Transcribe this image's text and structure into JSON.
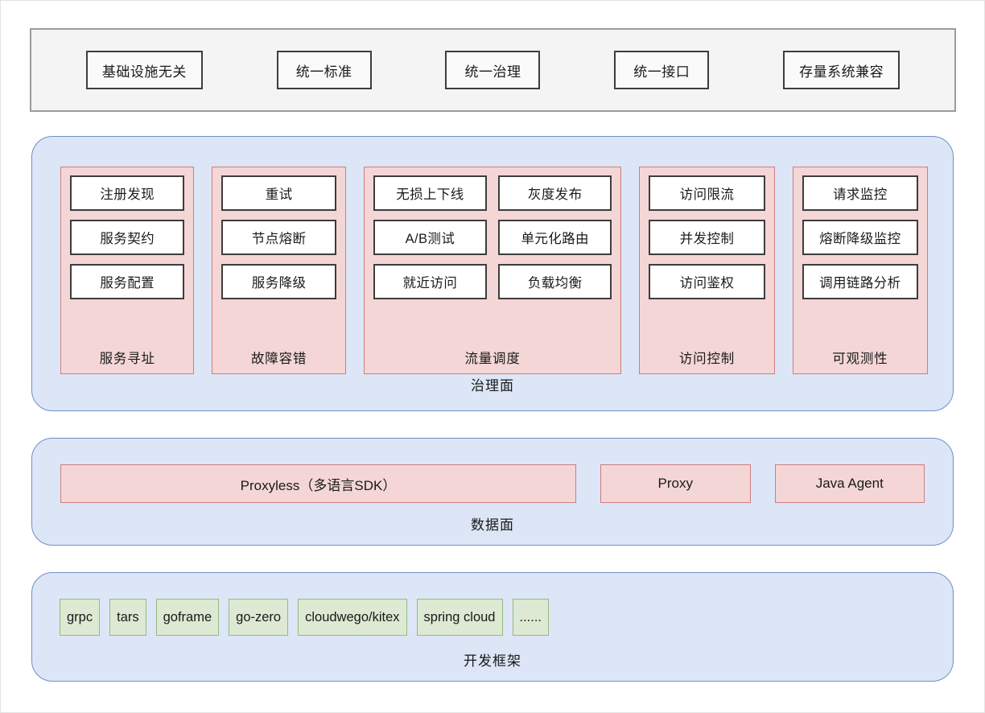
{
  "diagram": {
    "principles": [
      {
        "label": "基础设施无关"
      },
      {
        "label": "统一标准"
      },
      {
        "label": "统一治理"
      },
      {
        "label": "统一接口"
      },
      {
        "label": "存量系统兼容"
      }
    ],
    "governance_plane": {
      "label": "治理面",
      "groups": [
        {
          "label": "服务寻址",
          "columns": [
            [
              "注册发现",
              "服务契约",
              "服务配置"
            ]
          ]
        },
        {
          "label": "故障容错",
          "columns": [
            [
              "重试",
              "节点熔断",
              "服务降级"
            ]
          ]
        },
        {
          "label": "流量调度",
          "columns": [
            [
              "无损上下线",
              "A/B测试",
              "就近访问"
            ],
            [
              "灰度发布",
              "单元化路由",
              "负载均衡"
            ]
          ]
        },
        {
          "label": "访问控制",
          "columns": [
            [
              "访问限流",
              "并发控制",
              "访问鉴权"
            ]
          ]
        },
        {
          "label": "可观测性",
          "columns": [
            [
              "请求监控",
              "熔断降级监控",
              "调用链路分析"
            ]
          ]
        }
      ]
    },
    "data_plane": {
      "label": "数据面",
      "boxes": [
        {
          "label": "Proxyless（多语言SDK）",
          "size": "wide"
        },
        {
          "label": "Proxy",
          "size": "small"
        },
        {
          "label": "Java Agent",
          "size": "small"
        }
      ]
    },
    "framework_plane": {
      "label": "开发框架",
      "boxes": [
        {
          "label": "grpc"
        },
        {
          "label": "tars"
        },
        {
          "label": "goframe"
        },
        {
          "label": "go-zero"
        },
        {
          "label": "cloudwego/kitex"
        },
        {
          "label": "spring cloud"
        },
        {
          "label": "......"
        }
      ]
    },
    "colors": {
      "plane_fill": "#dce6f6",
      "plane_border": "#6f90c6",
      "group_fill": "#f4d6d6",
      "group_border": "#cd7e7e",
      "item_fill": "#ffffff",
      "item_border": "#3d3d3d",
      "framework_fill": "#dde9d2",
      "framework_border": "#95bb80",
      "principles_fill": "#f4f4f4",
      "principles_border": "#9b9b9b"
    }
  }
}
